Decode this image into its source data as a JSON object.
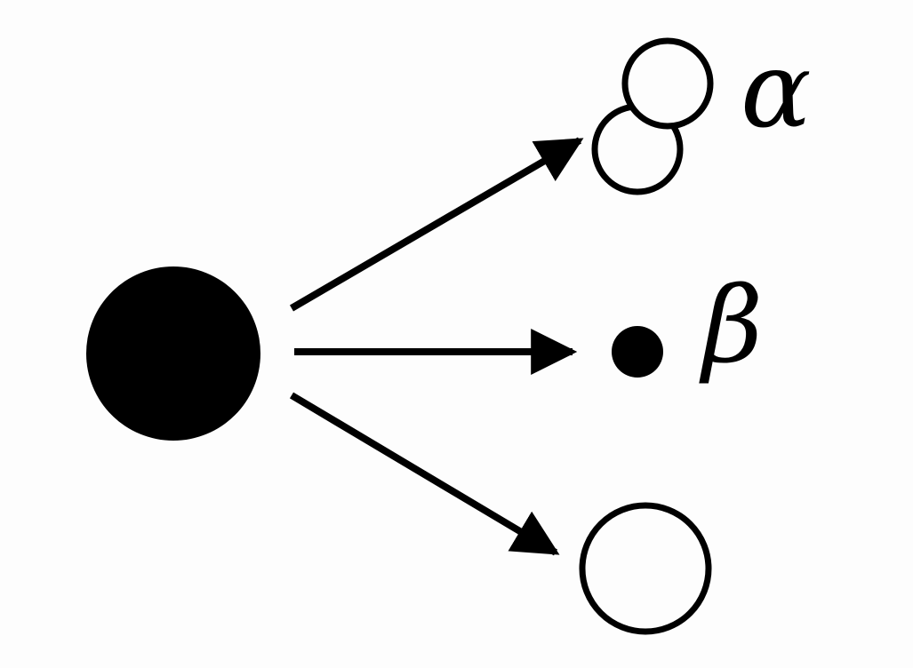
{
  "diagram": {
    "nodes": [
      {
        "id": "parent",
        "kind": "filled-large"
      },
      {
        "id": "alpha-product",
        "kind": "double-open-circle",
        "label": "α"
      },
      {
        "id": "beta-product",
        "kind": "filled-small",
        "label": "β"
      },
      {
        "id": "open-product",
        "kind": "open-circle"
      }
    ],
    "edges": [
      {
        "from": "parent",
        "to": "alpha-product"
      },
      {
        "from": "parent",
        "to": "beta-product"
      },
      {
        "from": "parent",
        "to": "open-product"
      }
    ],
    "colors": {
      "ink": "#000000",
      "background": "#fdfdfd"
    }
  }
}
